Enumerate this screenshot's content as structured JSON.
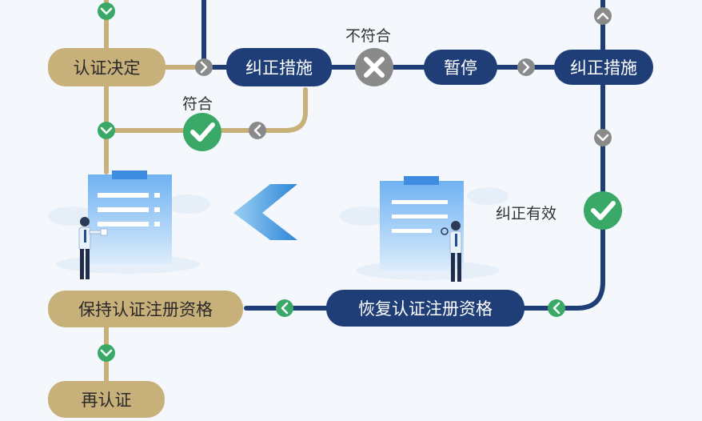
{
  "nodes": {
    "certification_decision": "认证决定",
    "corrective_actions_1": "纠正措施",
    "suspend": "暂停",
    "corrective_actions_2": "纠正措施",
    "maintain_registration": "保持认证注册资格",
    "restore_registration": "恢复认证注册资格",
    "recertification": "再认证"
  },
  "labels": {
    "conform": "符合",
    "nonconform": "不符合",
    "correction_effective": "纠正有效"
  },
  "colors": {
    "gold": "#c8b07a",
    "navy": "#1f3e78",
    "green": "#3aa968",
    "gray": "#8a8a8a"
  }
}
